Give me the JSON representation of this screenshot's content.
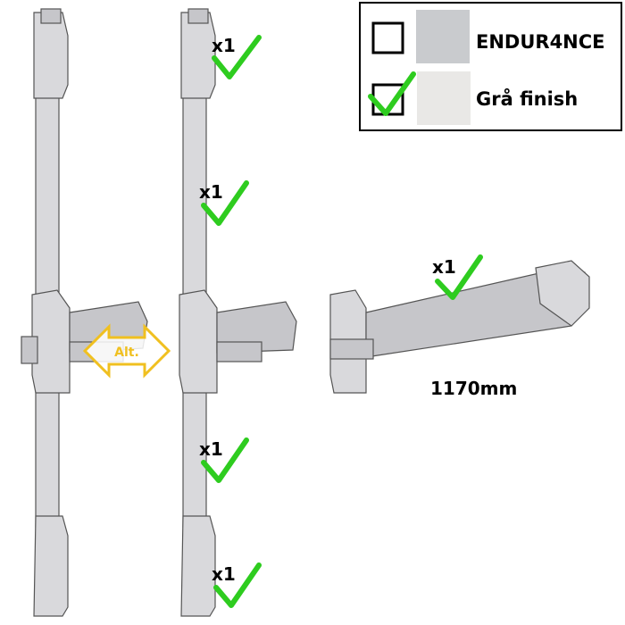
{
  "legend": {
    "options": [
      {
        "label": "ENDUR4NCE",
        "checked": false,
        "swatch_color": "#c9cbce"
      },
      {
        "label": "Grå finish",
        "checked": true,
        "swatch_color": "#e9e8e6"
      }
    ]
  },
  "quantities": {
    "rod_top": "x1",
    "rod_upper": "x1",
    "rod_lower": "x1",
    "rod_bottom": "x1",
    "push_bar": "x1"
  },
  "push_bar_length": "1170mm",
  "alt_label": "Alt.",
  "colors": {
    "check": "#2ecc1f",
    "alt_arrow": "#f0c020"
  }
}
